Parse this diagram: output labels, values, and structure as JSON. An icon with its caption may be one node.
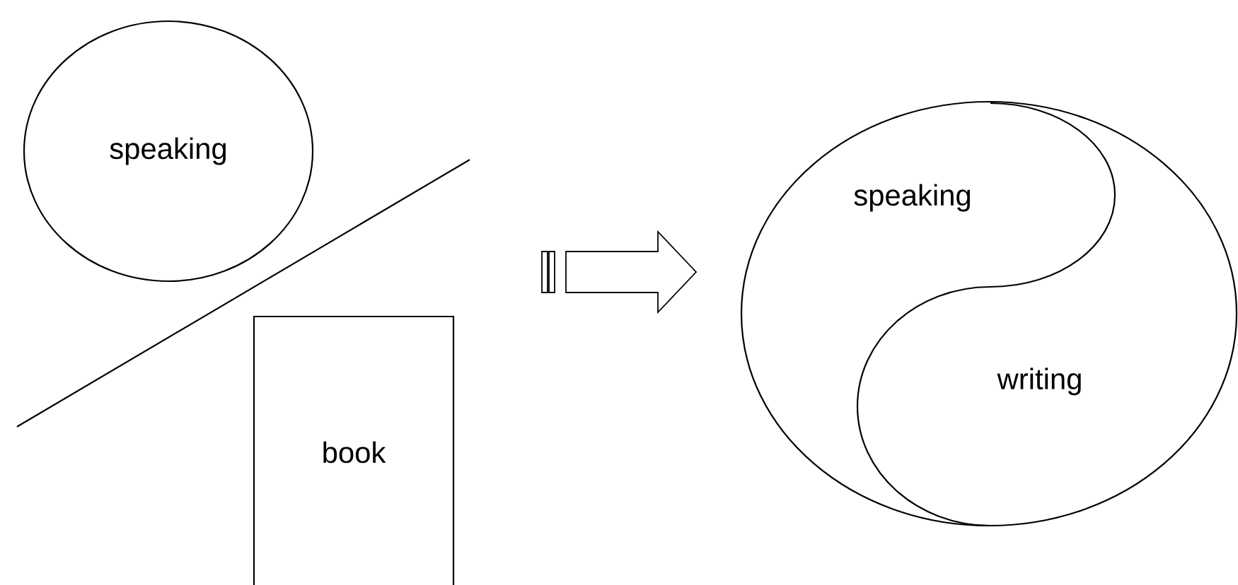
{
  "diagram": {
    "nodes": [
      {
        "text": [
          "speaking"
        ]
      },
      {
        "text": [
          "book"
        ]
      },
      {
        "text": [],
        "shape": "circle"
      },
      {
        "text": [
          "speaking"
        ],
        "in": 2
      },
      {
        "text": [
          "writing"
        ],
        "in": 2
      }
    ]
  }
}
